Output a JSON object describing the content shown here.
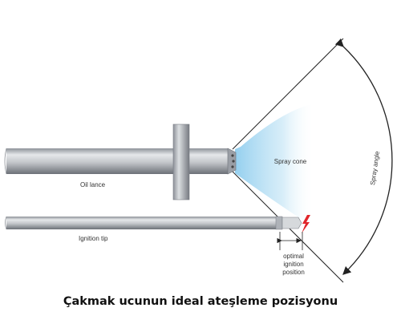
{
  "labels": {
    "oil_lance": "Oil lance",
    "spray_cone": "Spray cone",
    "spray_angle": "Spray angle",
    "ignition_tip": "Ignition tip",
    "optimal_line1": "optimal",
    "optimal_line2": "ignition",
    "optimal_line3": "position"
  },
  "caption": "Çakmak ucunun ideal ateşleme pozisyonu",
  "colors": {
    "pipe_mid": "#c9ccd0",
    "pipe_dark": "#7d8188",
    "spray_blue": "#a9d8f0",
    "spark_red": "#e0262b",
    "lines": "#222222"
  },
  "icons": {
    "spark": "lightning-bolt-icon"
  }
}
